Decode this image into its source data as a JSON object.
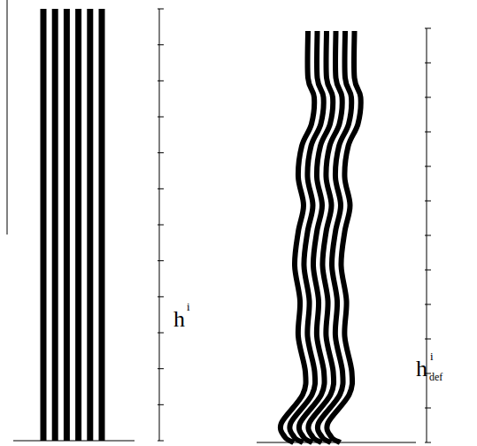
{
  "diagram": {
    "labels": [
      "h",
      "i",
      "h",
      "i",
      "def"
    ]
  }
}
